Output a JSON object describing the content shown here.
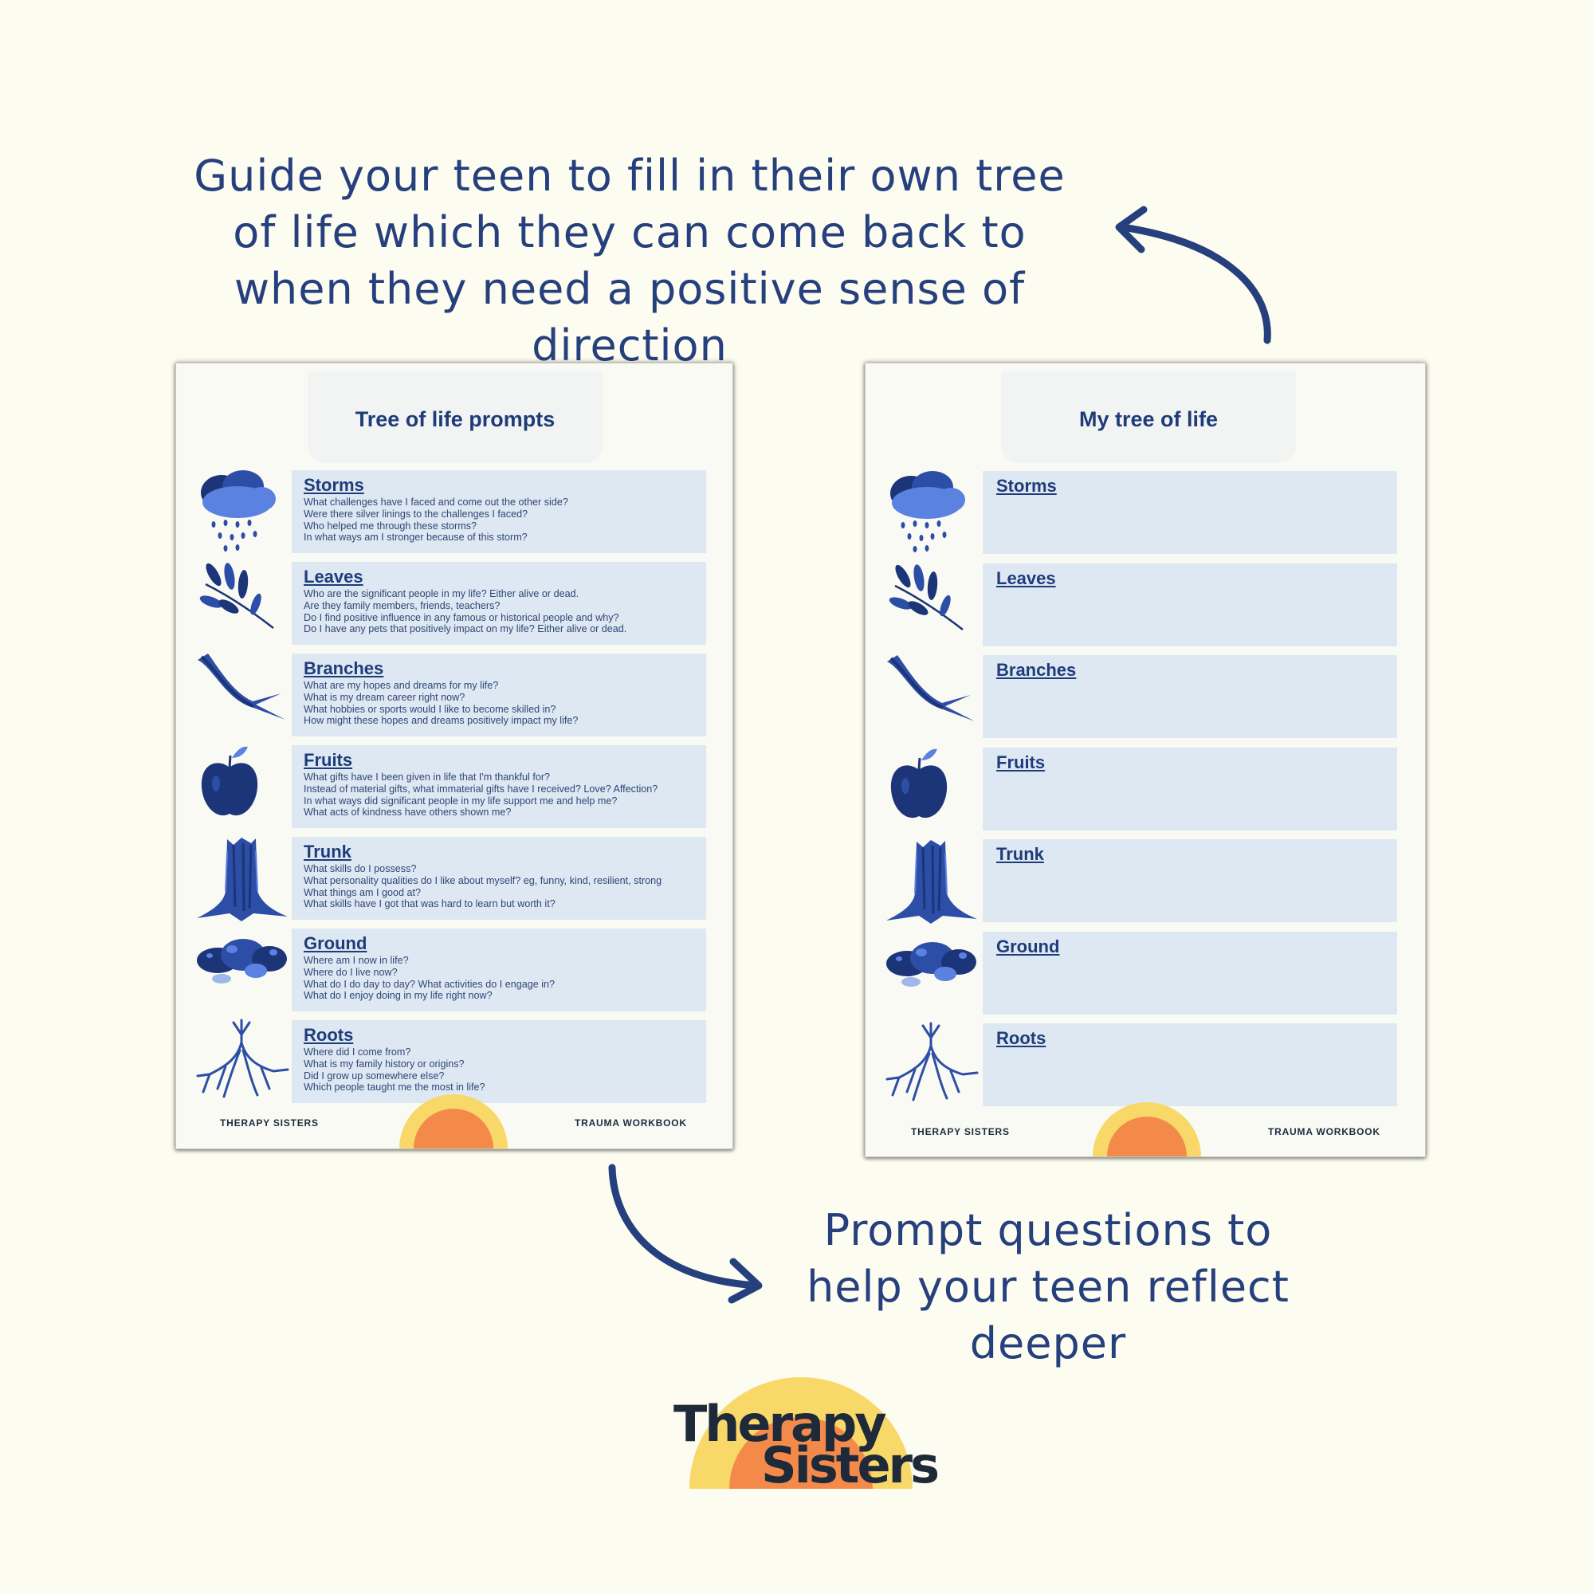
{
  "captions": {
    "top": "Guide your teen to fill in their own tree of life which they can come back to when they need a positive sense of direction",
    "bottom": "Prompt questions to help your teen reflect deeper"
  },
  "prompts_sheet": {
    "title": "Tree of life prompts",
    "rows": [
      {
        "heading": "Storms",
        "icon": "storm-cloud-icon",
        "lines": [
          "What challenges have I faced and come out the other side?",
          "Were there silver linings to the challenges I faced?",
          "Who helped me through these storms?",
          "In what ways am I stronger because of this storm?"
        ]
      },
      {
        "heading": "Leaves",
        "icon": "leaves-icon",
        "lines": [
          "Who are the significant people in my life? Either alive or dead.",
          "Are they family members, friends, teachers?",
          "Do I find positive influence in any famous or historical people and why?",
          "Do I have any pets that positively impact on my life? Either alive or dead."
        ]
      },
      {
        "heading": "Branches",
        "icon": "branch-icon",
        "lines": [
          "What are my hopes and dreams for my life?",
          "What is my dream career right now?",
          "What hobbies or sports would I like to become skilled in?",
          "How might these hopes and dreams positively impact my life?"
        ]
      },
      {
        "heading": "Fruits",
        "icon": "apple-icon",
        "lines": [
          "What gifts have I been given in life that I'm thankful for?",
          "Instead of material gifts, what immaterial gifts have I received? Love? Affection?",
          "In what ways did significant people in my life support me and help me?",
          "What acts of kindness have others shown me?"
        ]
      },
      {
        "heading": "Trunk",
        "icon": "tree-trunk-icon",
        "lines": [
          "What skills do I possess?",
          "What personality qualities do I like about myself? eg, funny, kind, resilient, strong",
          "What things am I good at?",
          "What skills have I got that was hard to learn but worth it?"
        ]
      },
      {
        "heading": "Ground",
        "icon": "ground-rocks-icon",
        "lines": [
          "Where am I now in life?",
          "Where do I live now?",
          "What do I do day to day? What activities do I engage in?",
          "What do I enjoy doing in my life right now?"
        ]
      },
      {
        "heading": "Roots",
        "icon": "roots-icon",
        "lines": [
          "Where did I come from?",
          "What is my family history or origins?",
          "Did I grow up somewhere else?",
          "Which people taught me the most in life?"
        ]
      }
    ],
    "footer_left": "THERAPY SISTERS",
    "footer_right": "TRAUMA WORKBOOK"
  },
  "my_tree_sheet": {
    "title": "My tree of life",
    "rows": [
      {
        "heading": "Storms",
        "icon": "storm-cloud-icon"
      },
      {
        "heading": "Leaves",
        "icon": "leaves-icon"
      },
      {
        "heading": "Branches",
        "icon": "branch-icon"
      },
      {
        "heading": "Fruits",
        "icon": "apple-icon"
      },
      {
        "heading": "Trunk",
        "icon": "tree-trunk-icon"
      },
      {
        "heading": "Ground",
        "icon": "ground-rocks-icon"
      },
      {
        "heading": "Roots",
        "icon": "roots-icon"
      }
    ],
    "footer_left": "THERAPY SISTERS",
    "footer_right": "TRAUMA WORKBOOK"
  },
  "logo": {
    "line1": "Therapy",
    "line2": "Sisters"
  },
  "colors": {
    "background": "#fdfcf0",
    "accent_navy": "#26407e",
    "row_fill": "#dde8f2",
    "icon_blue": "#2d4ea6",
    "sun_yellow": "#f9d86a",
    "sun_orange": "#f48a4a"
  }
}
